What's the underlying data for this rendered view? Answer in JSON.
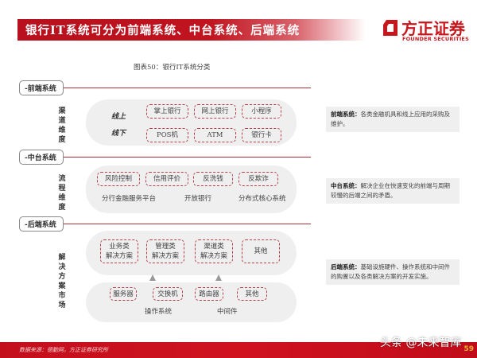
{
  "header": {
    "title": "银行IT系统可分为前端系统、中台系统、后端系统",
    "logo_cn": "方正证券",
    "logo_en": "FOUNDER SECURITIES"
  },
  "caption": "图表50：银行IT系统分类",
  "colors": {
    "brand_red": "#c0141f",
    "dashed_border": "#b5404a",
    "panel_gray": "#efefef"
  },
  "front": {
    "label": "-前端系统",
    "dimension": [
      "渠",
      "道",
      "维",
      "度"
    ],
    "online_label": "线上",
    "offline_label": "线下",
    "online_items": [
      "掌上银行",
      "网上银行",
      "小程序"
    ],
    "offline_items": [
      "POS机",
      "ATM",
      "银行卡"
    ],
    "note_title": "前端系统：",
    "note_text": "各类金融机具和线上应用的采购及维护。"
  },
  "middle": {
    "label": "-中台系统",
    "dimension": [
      "流",
      "程",
      "维",
      "度"
    ],
    "items": [
      "风险控制",
      "信用评价",
      "反洗钱",
      "反欺诈"
    ],
    "platforms": [
      "分行金融服务平台",
      "开放银行",
      "分布式核心系统"
    ],
    "note_title": "中台系统：",
    "note_text": "解决企业在快速变化的前端与周期较慢的后端之间的矛盾。"
  },
  "back": {
    "label": "-后端系统",
    "dimension": [
      "解",
      "决",
      "方",
      "案",
      "市",
      "场"
    ],
    "solutions": [
      {
        "line1": "业务类",
        "line2": "解决方案"
      },
      {
        "line1": "管理类",
        "line2": "解决方案"
      },
      {
        "line1": "渠道类",
        "line2": "解决方案"
      },
      {
        "line1": "其他",
        "line2": ""
      }
    ],
    "hardware": [
      "服务器",
      "交换机",
      "路由器",
      "其他"
    ],
    "software": [
      "操作系统",
      "中间件"
    ],
    "note_title": "后端系统：",
    "note_text": "基础设施硬件、操作系统和中间件的购置以及各类解决方案的开发实施。"
  },
  "footer": {
    "source": "数据来源：德勤网，方正证券研究所",
    "page": "59",
    "watermark": "头条 @未来智库"
  }
}
